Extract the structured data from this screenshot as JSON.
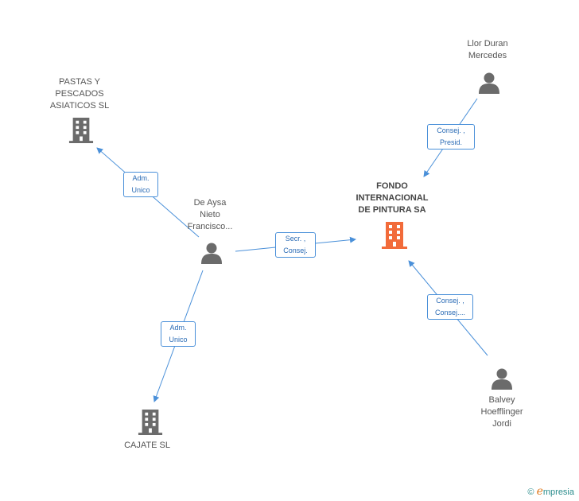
{
  "nodes": {
    "fondo": {
      "label": "FONDO\nINTERNACIONAL\nDE PINTURA SA",
      "kind": "company",
      "color": "#f26b3a"
    },
    "pastas": {
      "label": "PASTAS Y\nPESCADOS\nASIATICOS  SL",
      "kind": "company",
      "color": "#6b6b6b"
    },
    "cajate": {
      "label": "CAJATE SL",
      "kind": "company",
      "color": "#6b6b6b"
    },
    "deaysa": {
      "label": "De Aysa\nNieto\nFrancisco...",
      "kind": "person",
      "color": "#6b6b6b"
    },
    "llor": {
      "label": "Llor Duran\nMercedes",
      "kind": "person",
      "color": "#6b6b6b"
    },
    "balvey": {
      "label": "Balvey\nHoefflinger\nJordi",
      "kind": "person",
      "color": "#6b6b6b"
    }
  },
  "edges": {
    "deaysa_pastas": "Adm.\nUnico",
    "deaysa_fondo": "Secr. ,\nConsej.",
    "deaysa_cajate": "Adm.\nUnico",
    "llor_fondo": "Consej. ,\nPresid.",
    "balvey_fondo": "Consej. ,\nConsej...."
  },
  "colors": {
    "edge": "#4a90d9",
    "edge_text": "#2a6bb5"
  },
  "footer": {
    "copyright": "©",
    "brand_initial": "e",
    "brand_rest": "mpresia"
  }
}
